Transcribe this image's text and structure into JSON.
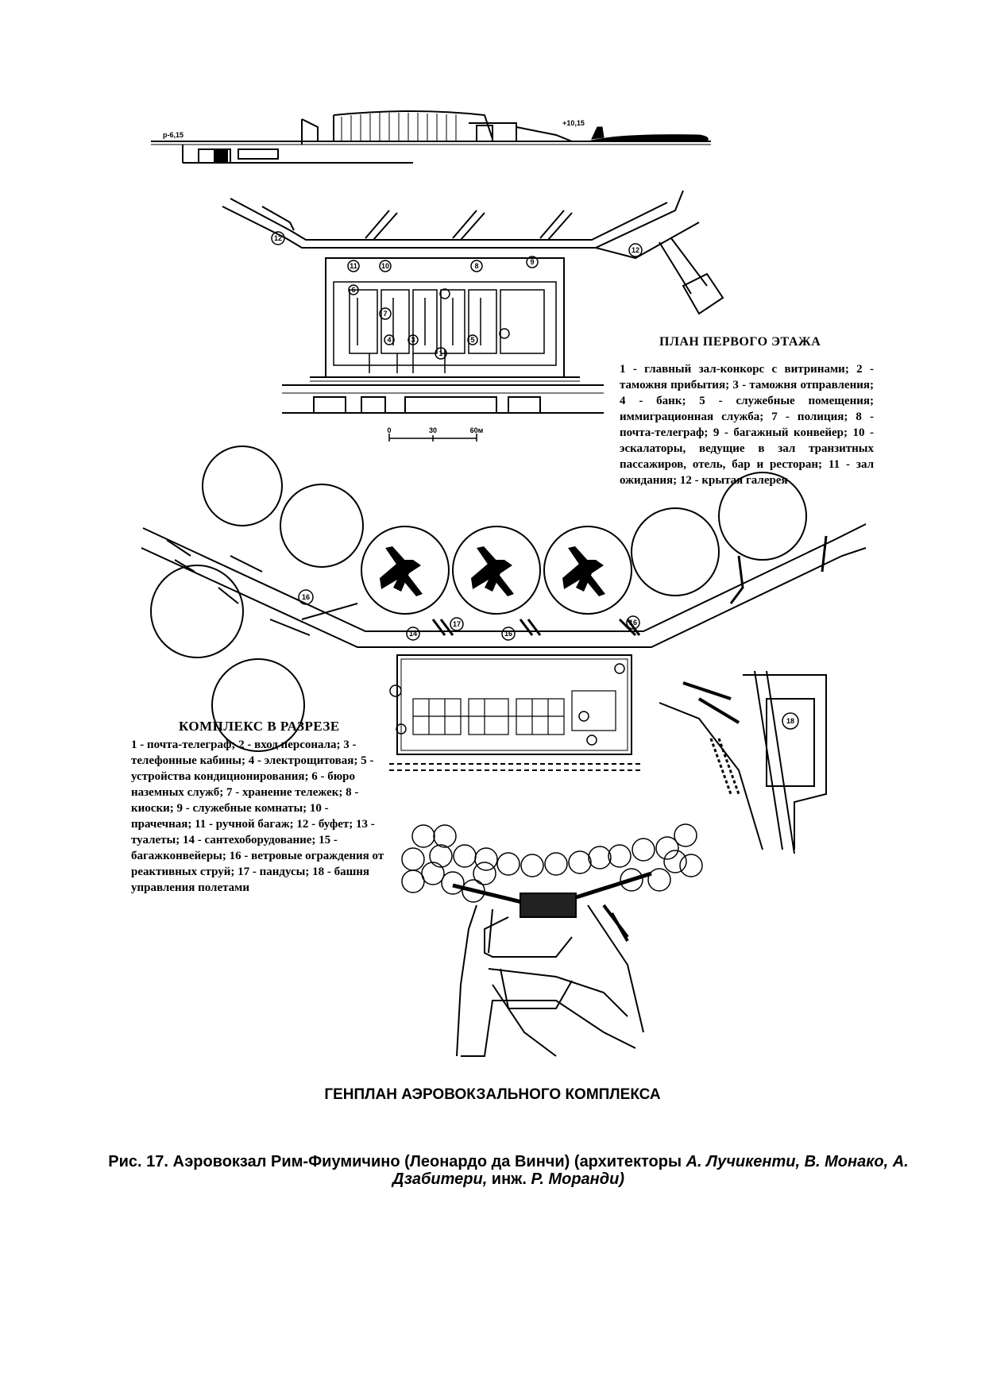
{
  "section_top": {
    "labels": [
      "р-6,15",
      "+10,15"
    ]
  },
  "ground_floor_plan": {
    "title": "ПЛАН ПЕРВОГО ЭТАЖА",
    "legend": "1 - главный зал-конкорс с витринами; 2 - таможня прибытия; 3 - таможня отправления; 4 - банк; 5 - служебные помещения; иммиграционная служба; 7 - полиция; 8 - почта-телеграф; 9 - багажный конвейер; 10 - эскалаторы, ведущие в зал транзитных пассажиров, отель, бар и ресторан; 11 - зал ожидания; 12 - крытая галерея",
    "markers": [
      "12",
      "11",
      "10",
      "8",
      "9",
      "6",
      "7",
      "4",
      "3",
      "5",
      "1",
      "12"
    ],
    "scale": [
      "0",
      "30",
      "60м"
    ]
  },
  "complex_section": {
    "title": "КОМПЛЕКС В РАЗРЕЗЕ",
    "legend": "1 - почта-телеграф; 2 - вход персонала; 3 - телефонные кабины; 4 - электрощитовая; 5 - устройства кондиционирования; 6 - бюро наземных служб; 7 - хранение тележек; 8 - киоски; 9 - служебные комнаты; 10 - прачечная; 11 - ручной багаж; 12 - буфет; 13 - туалеты; 14 - сантехоборудование; 15 - багажконвейеры; 16 - ветровые ограждения от реактивных струй; 17 - пандусы; 18 - башня управления полетами",
    "markers": [
      "16",
      "14",
      "17",
      "16",
      "16",
      "18"
    ]
  },
  "master_plan": {
    "title": "ГЕНПЛАН АЭРОВОКЗАЛЬНОГО КОМПЛЕКСА"
  },
  "caption": {
    "text": "Рис. 17. Аэровокзал Рим-Фиумичино (Леонардо да Винчи) (архитекторы ",
    "authors": "А. Лучикенти, В. Монако, А. Дзабитери,",
    "middle": " инж. ",
    "engineer": "Р. Моранди)"
  }
}
